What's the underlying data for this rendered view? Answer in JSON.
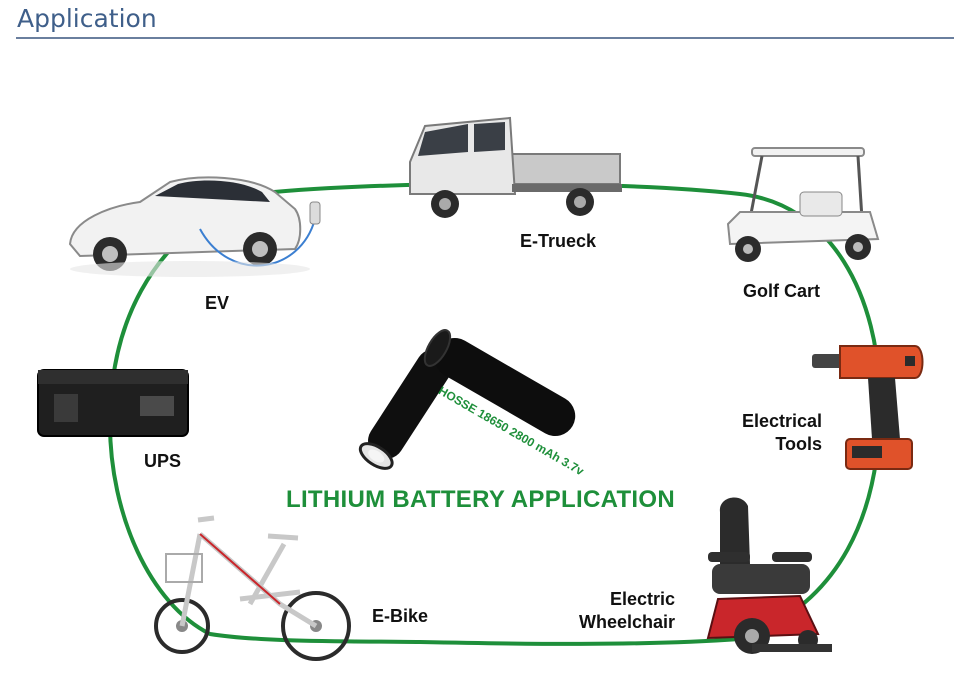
{
  "header": {
    "title": "Application"
  },
  "diagram": {
    "center_title": "LITHIUM BATTERY APPLICATION",
    "accent_color": "#1e8f3a",
    "battery_text": "HOSSE 18650 2800 mAh 3.7v",
    "nodes": [
      {
        "id": "ev",
        "label": "EV",
        "icon": "electric-car-icon"
      },
      {
        "id": "etruck",
        "label": "E-Trueck",
        "icon": "pickup-truck-icon"
      },
      {
        "id": "golf",
        "label": "Golf Cart",
        "icon": "golf-cart-icon"
      },
      {
        "id": "tools",
        "label": "Electrical\nTools",
        "icon": "power-drill-icon"
      },
      {
        "id": "wheelchair",
        "label": "Electric\nWheelchair",
        "icon": "power-wheelchair-icon"
      },
      {
        "id": "ebike",
        "label": "E-Bike",
        "icon": "folding-bike-icon"
      },
      {
        "id": "ups",
        "label": "UPS",
        "icon": "ups-case-icon"
      }
    ]
  }
}
